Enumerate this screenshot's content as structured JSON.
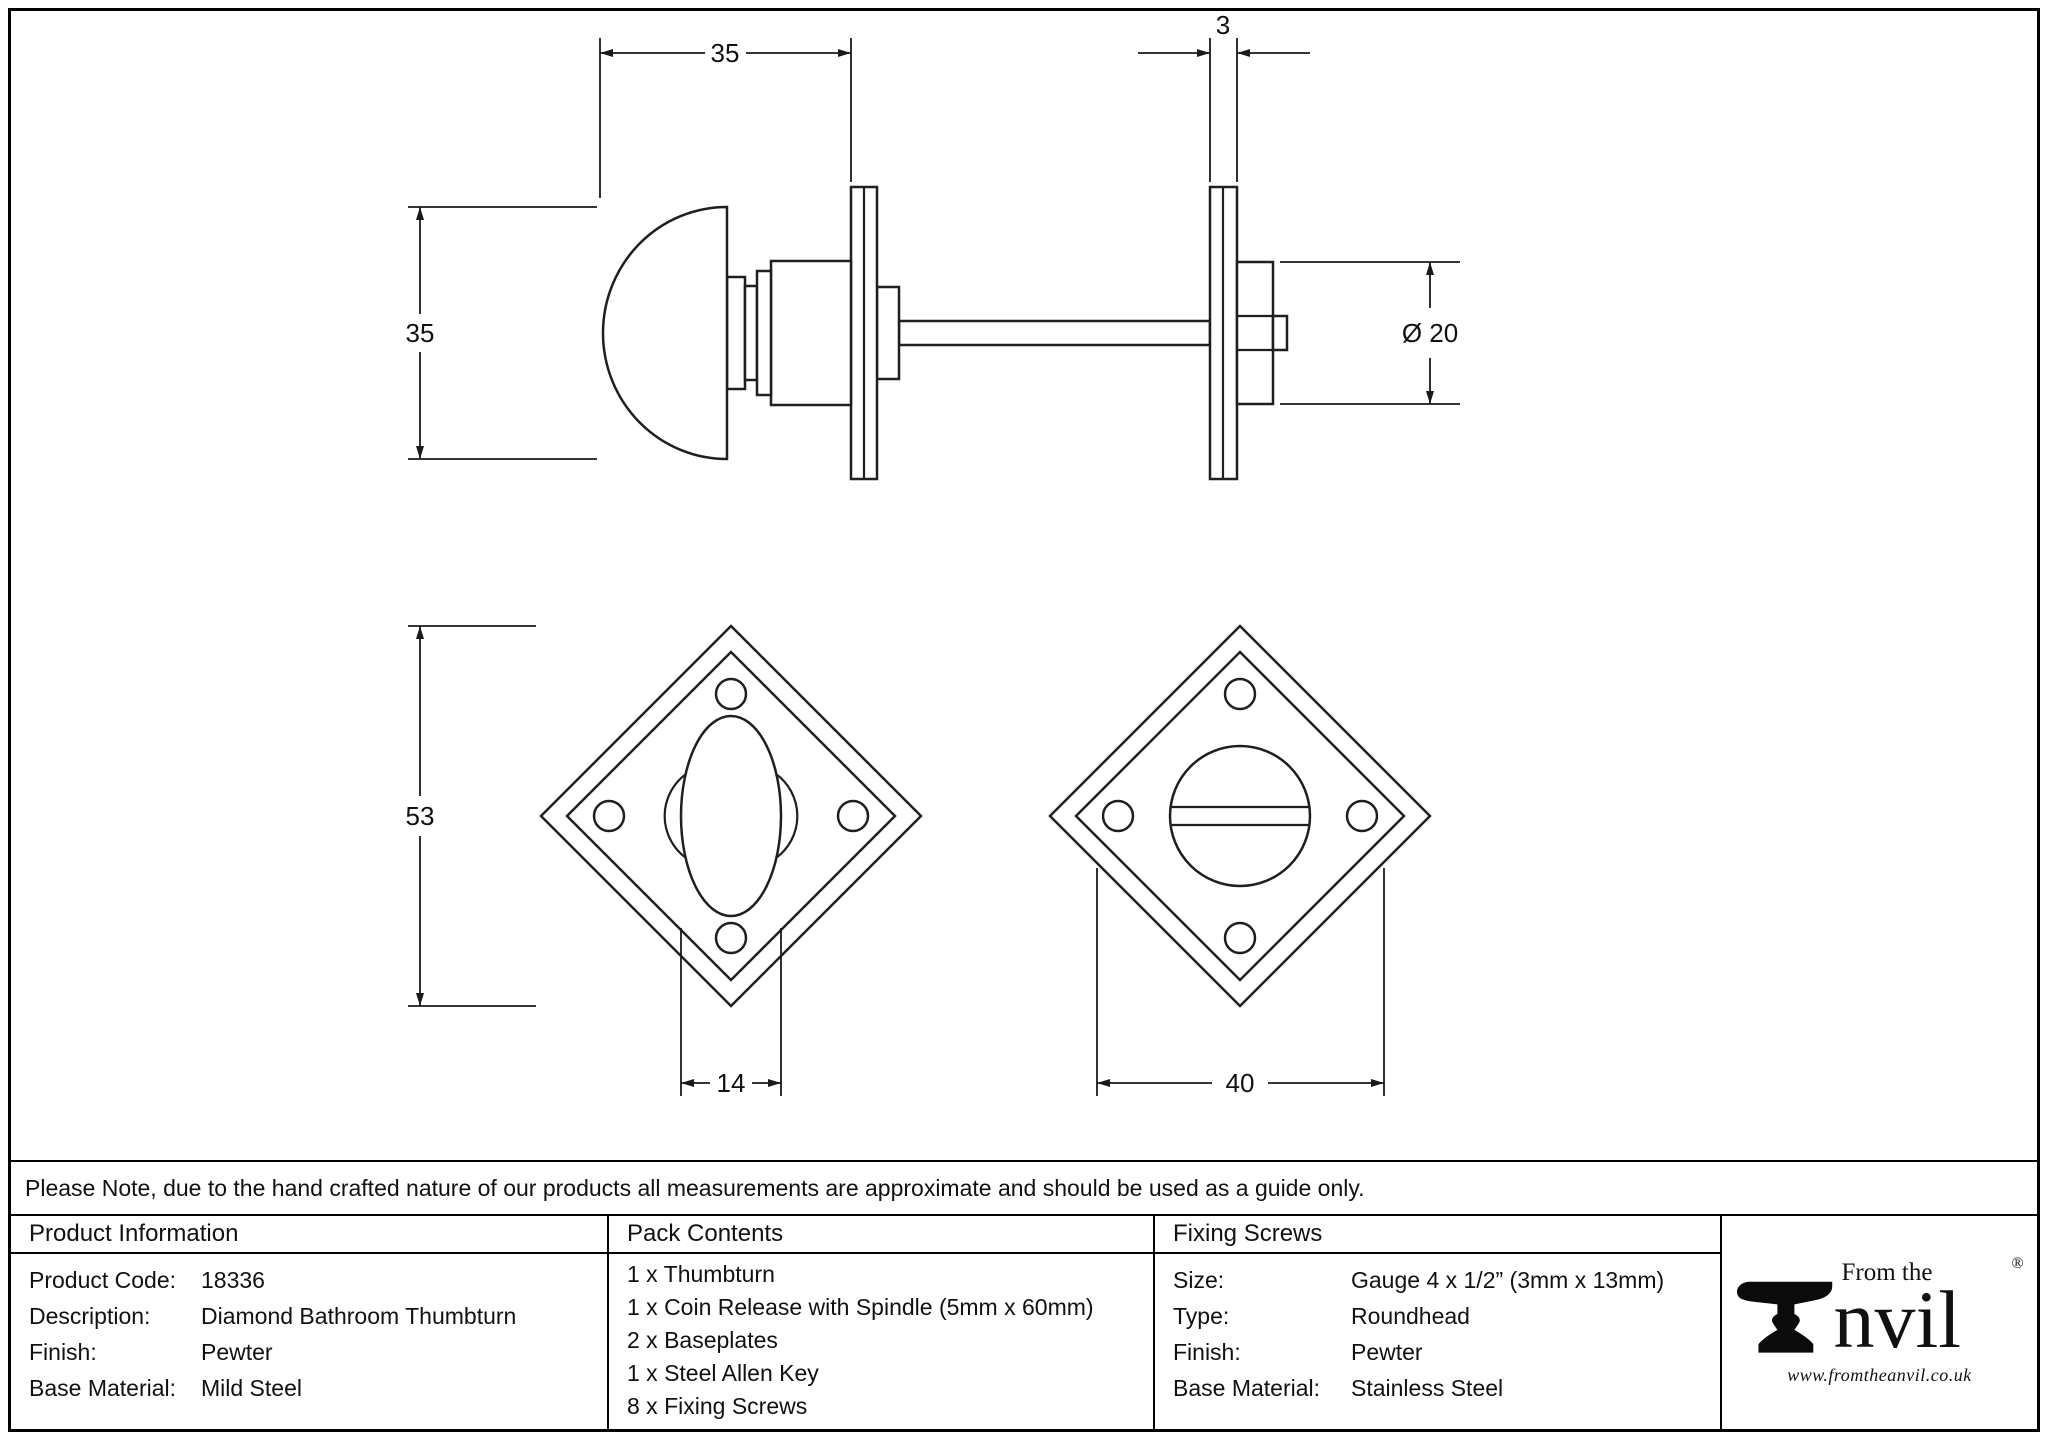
{
  "drawing": {
    "dims": {
      "knob_projection": "35",
      "plate_thickness": "3",
      "knob_height": "35",
      "spindle_diameter": "Ø 20",
      "plate_point_height": "53",
      "turn_width": "14",
      "plate_width": "40"
    }
  },
  "note": "Please Note, due to the hand crafted nature of our products all measurements are approximate and should be used as a guide only.",
  "table": {
    "product_info": {
      "header": "Product Information",
      "rows": [
        {
          "label": "Product Code:",
          "value": "18336"
        },
        {
          "label": "Description:",
          "value": "Diamond Bathroom Thumbturn"
        },
        {
          "label": "Finish:",
          "value": "Pewter"
        },
        {
          "label": "Base Material:",
          "value": "Mild Steel"
        }
      ]
    },
    "pack_contents": {
      "header": "Pack Contents",
      "items": [
        "1 x Thumbturn",
        "1 x Coin Release with Spindle (5mm x 60mm)",
        "2 x Baseplates",
        "1 x Steel Allen Key",
        "8 x Fixing Screws"
      ]
    },
    "fixing_screws": {
      "header": "Fixing Screws",
      "rows": [
        {
          "label": "Size:",
          "value": "Gauge 4 x 1/2” (3mm x 13mm)"
        },
        {
          "label": "Type:",
          "value": "Roundhead"
        },
        {
          "label": "Finish:",
          "value": "Pewter"
        },
        {
          "label": "Base Material:",
          "value": "Stainless Steel"
        }
      ]
    }
  },
  "logo": {
    "tagline": "From the",
    "name": "nvil",
    "registered": "®",
    "website": "www.fromtheanvil.co.uk"
  }
}
